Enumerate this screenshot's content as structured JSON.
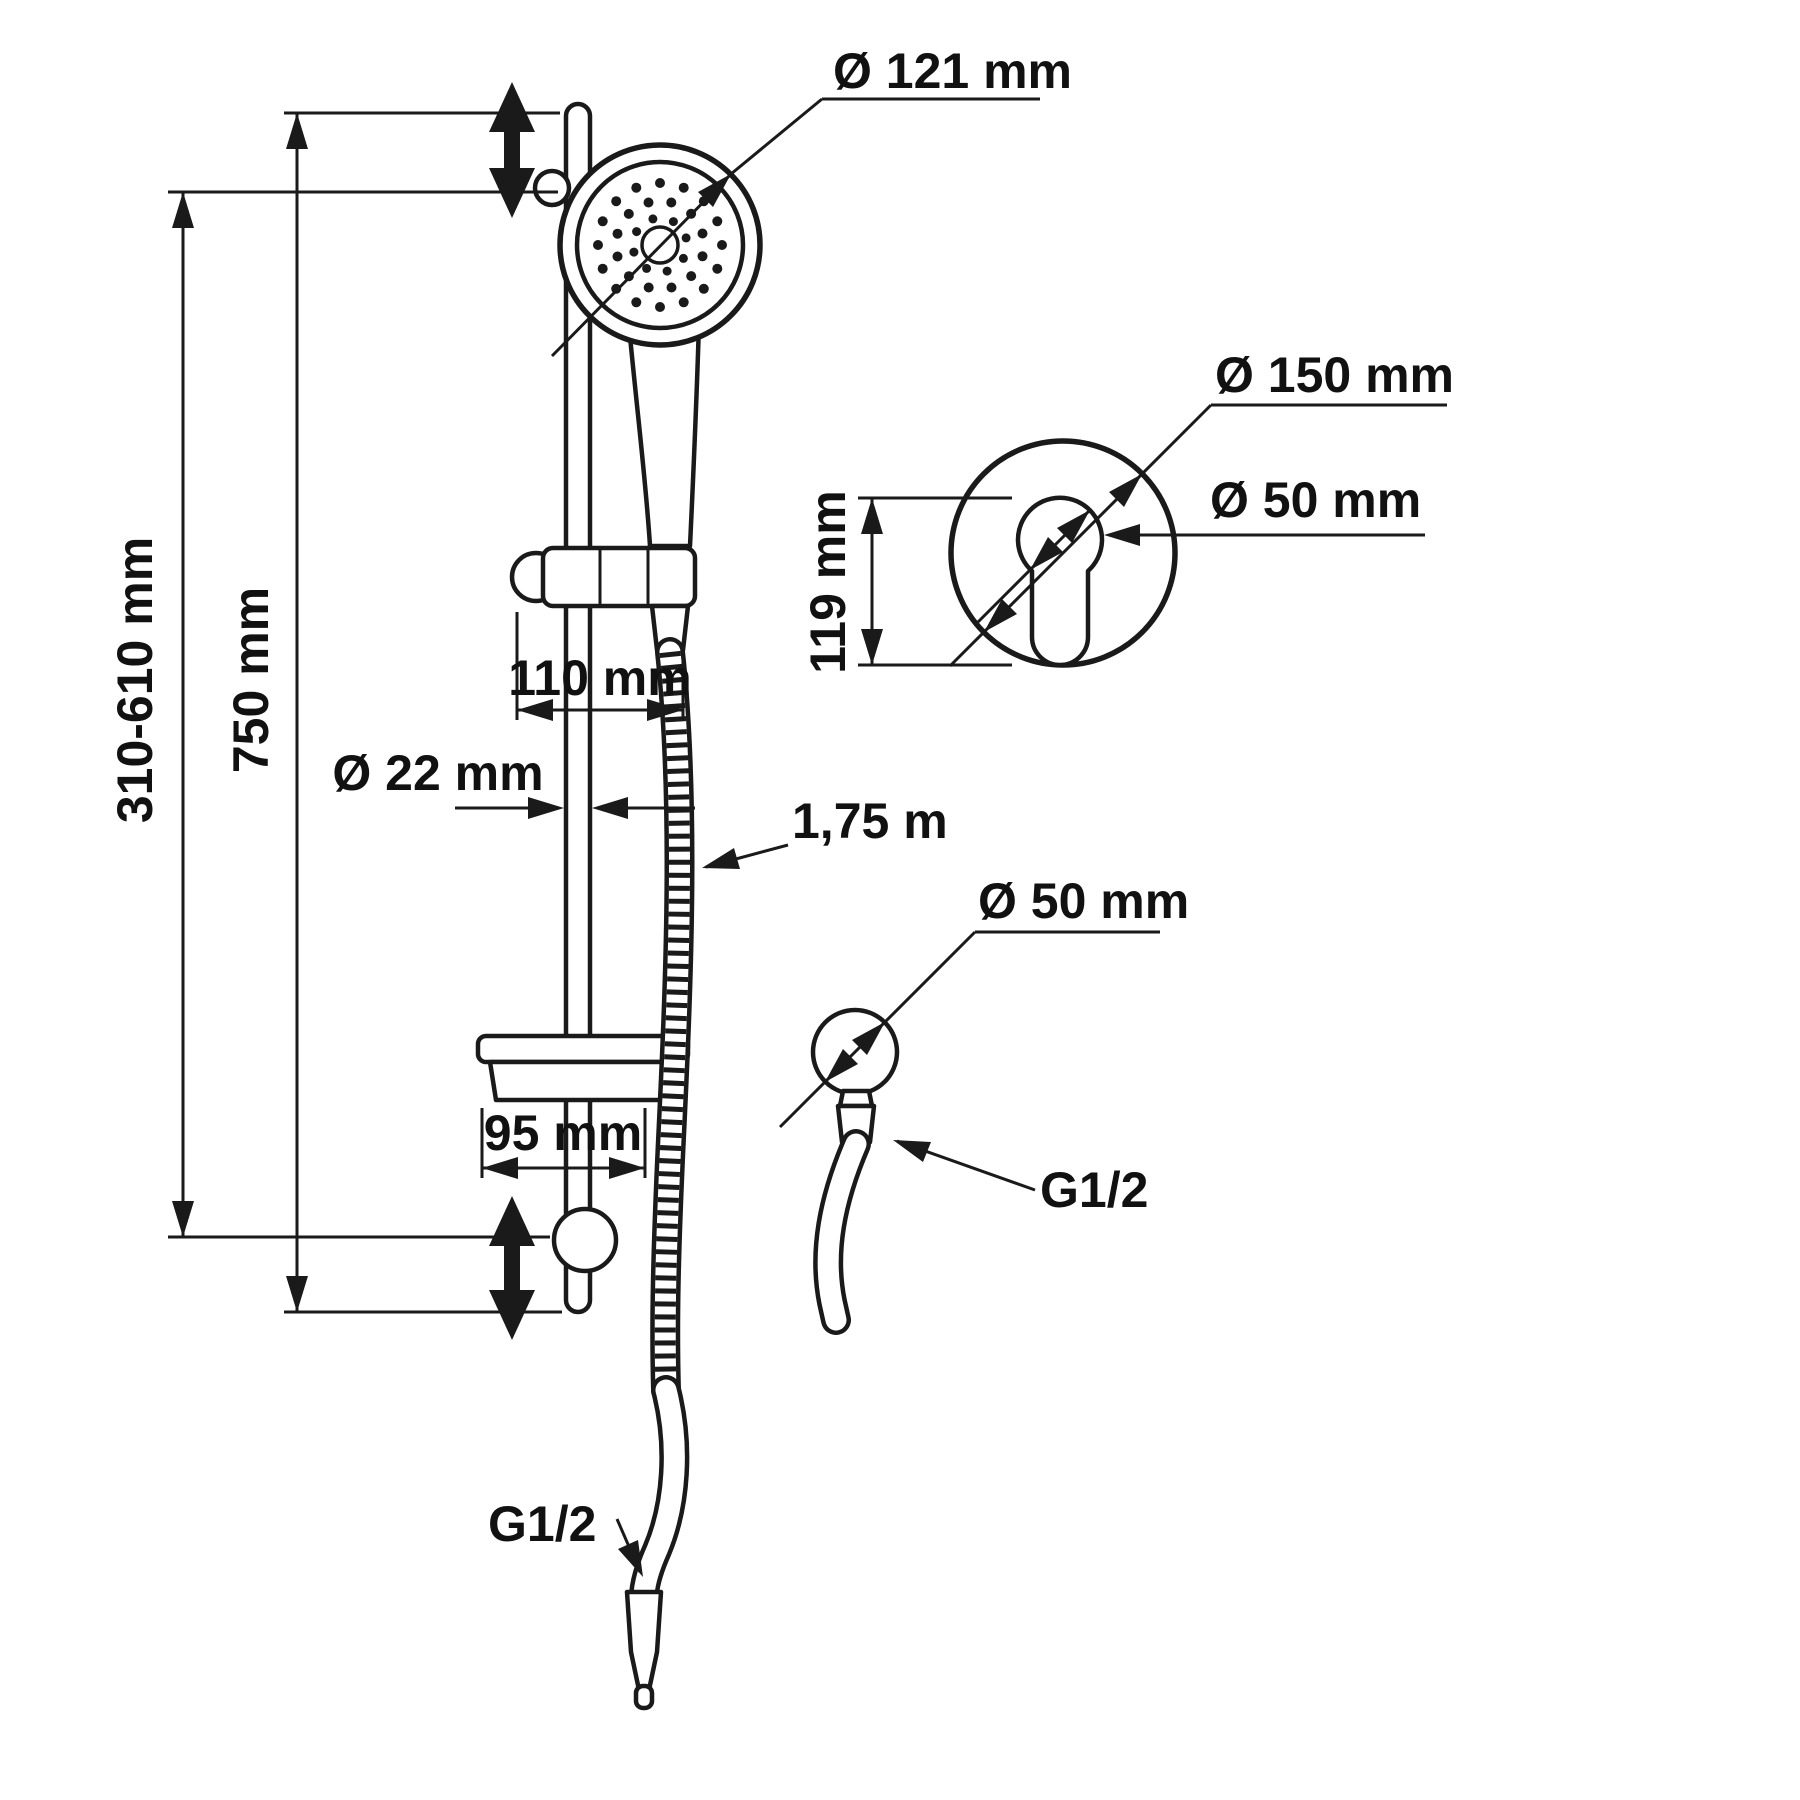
{
  "diagram": {
    "labels": {
      "head_diameter": "Ø 121 mm",
      "adjust_range": "310-610 mm",
      "bar_length": "750 mm",
      "holder_width": "110 mm",
      "bar_diameter": "Ø 22 mm",
      "hose_length": "1,75 m",
      "dish_width": "95 mm",
      "mixer_plate_diameter": "Ø 150 mm",
      "mixer_handle_diameter": "Ø 50 mm",
      "mixer_height": "119 mm",
      "outlet_diameter": "Ø 50 mm",
      "outlet_thread": "G1/2",
      "hose_thread": "G1/2"
    },
    "colors": {
      "line": "#1a1a1a",
      "background": "#ffffff"
    }
  }
}
